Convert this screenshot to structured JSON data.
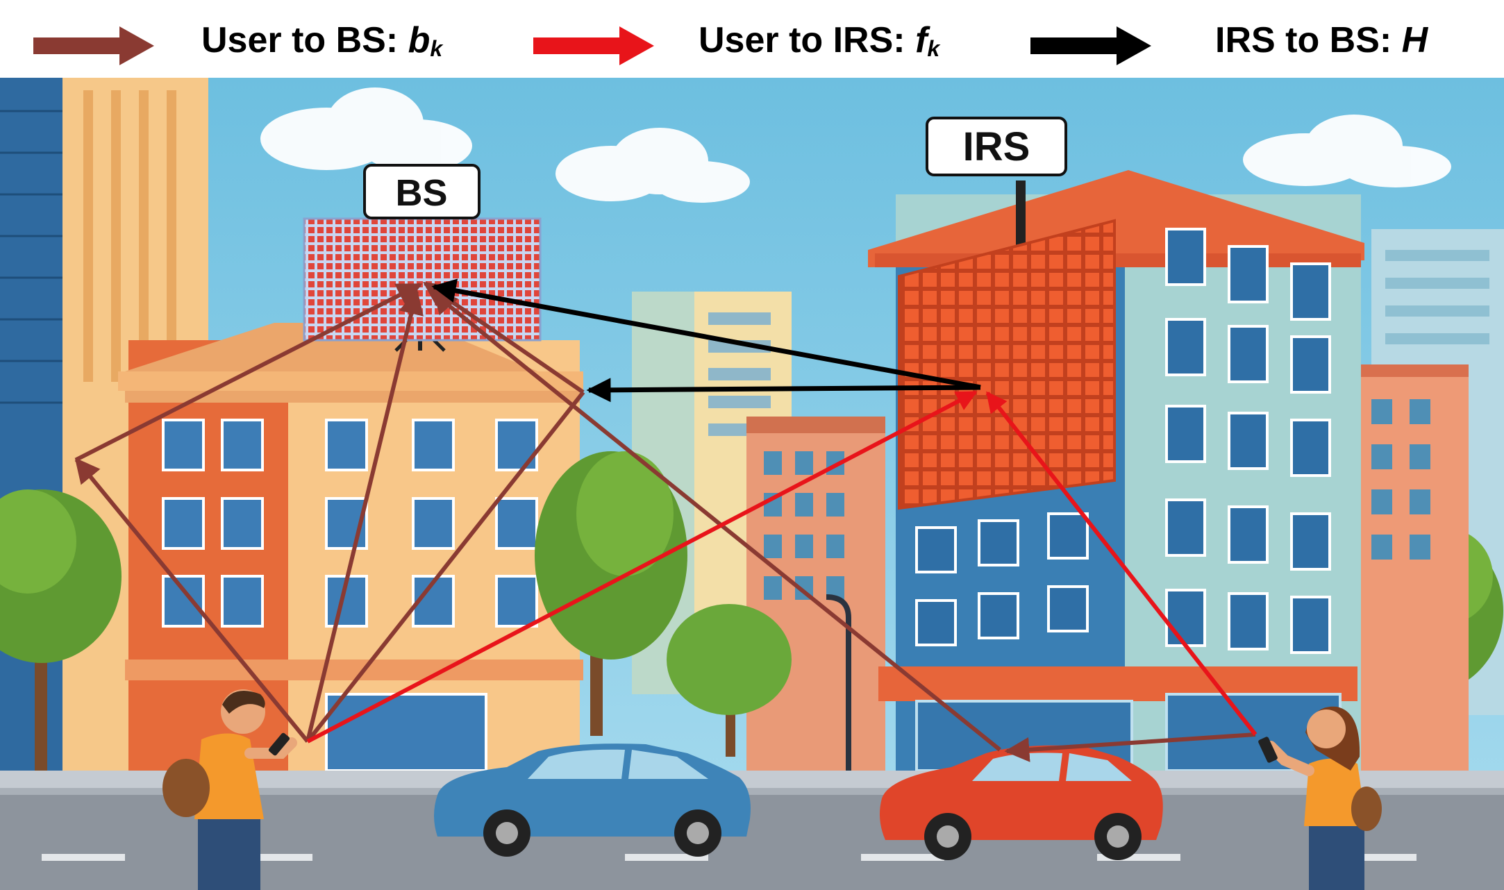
{
  "legend": [
    {
      "label": "User to BS: ",
      "symbol": "b",
      "subscript": "k",
      "color": "#8a3a32"
    },
    {
      "label": "User to IRS: ",
      "symbol": "f",
      "subscript": "k",
      "color": "#e8141a"
    },
    {
      "label": "IRS to BS: ",
      "symbol": "H",
      "subscript": "",
      "color": "#000000"
    }
  ],
  "signs": {
    "bs": "BS",
    "irs": "IRS"
  },
  "colors": {
    "sky": "#7ec8e3",
    "bs_link": "#8a3a32",
    "irs_link": "#e8141a",
    "irs_to_bs": "#000000",
    "irs_panel": "#e8532a",
    "bs_panel": "#c9d7f2"
  },
  "icons": [
    "arrow-right-icon",
    "smartphone-icon"
  ]
}
